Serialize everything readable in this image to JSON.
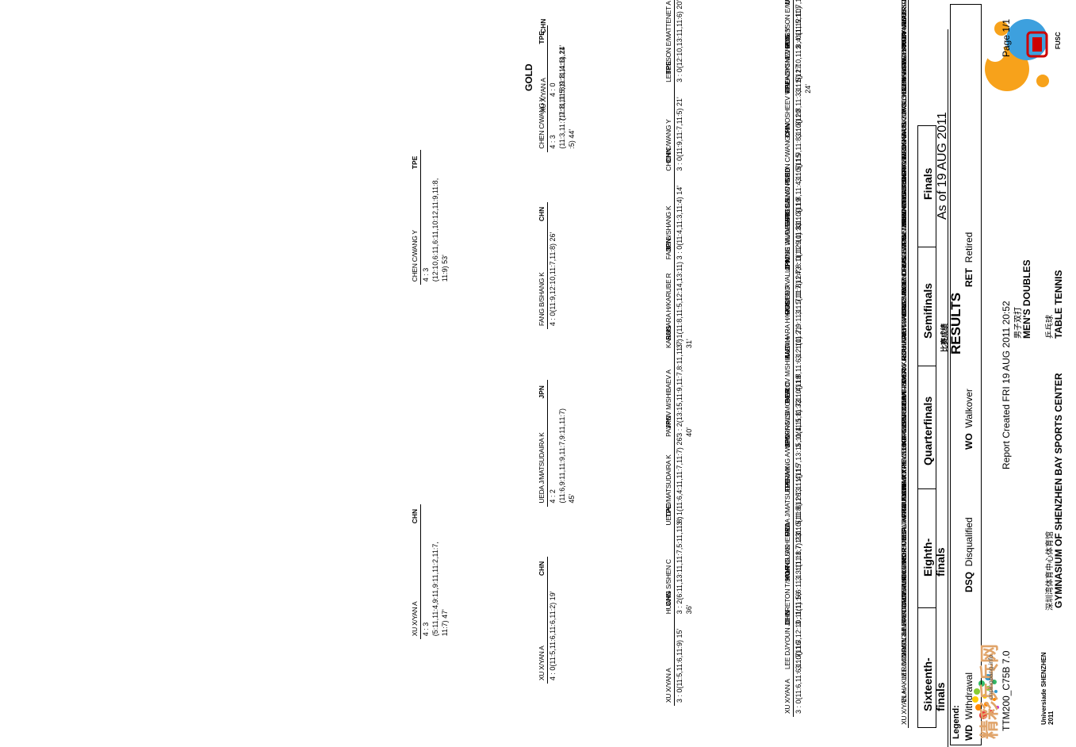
{
  "header": {
    "venue": "GYMNASIUM OF SHENZHEN BAY SPORTS CENTER",
    "venue_zh": "深圳湾体育中心体育馆",
    "sport": "TABLE TENNIS",
    "sport_zh": "乒乓球",
    "event": "MEN'S DOUBLES",
    "event_zh": "男子双打",
    "results": "RESULTS",
    "results_zh": "比赛成绩",
    "as_of": "As of 19 AUG 2011",
    "universiade": "Universiade SHENZHEN 2011",
    "fusc": "FUSC",
    "page": "Page 1/1"
  },
  "rounds": [
    "Sixteenth-finals",
    "Eighth-finals",
    "Quarterfinals",
    "Semifinals",
    "Finals"
  ],
  "r32": [
    {
      "name": "XU X/YAN A",
      "nat": "CHN"
    },
    {
      "name": "EL HAKIM R/MOUMOGHLIAN A",
      "nat": "LIB"
    },
    {
      "name": "LEE DJ/YOUN JH",
      "nat": "KOR"
    },
    {
      "name": "ORGIL S/ALTANTULGA L",
      "nat": "MGL"
    },
    {
      "name": "LE BRETON T/SALIFOU AK",
      "nat": "FRA"
    },
    {
      "name": "CARLIER A/OLEA C",
      "nat": "CHI"
    },
    {
      "name": "HUANG S/SHEN C",
      "nat": "TPE"
    },
    {
      "name": "PRYSHCHEPA V/ZHMUDENKO Y",
      "nat": "UKR"
    },
    {
      "name": "UEDA J/MATSUDAIRA K",
      "nat": "JPN"
    },
    {
      "name": "HINSE P/GUO P",
      "nat": "CAN"
    },
    {
      "name": "FLEMMING A/WEHKING LB",
      "nat": "GER"
    },
    {
      "name": "IONESCU OG/PETRESCU A",
      "nat": "ROU"
    },
    {
      "name": "STORF M/SIMONER C",
      "nat": "AUT"
    },
    {
      "name": "CASTRO L/BARBOSA J",
      "nat": "BRA"
    },
    {
      "name": "XIAO PJ/ZHU X",
      "nat": "NZL"
    },
    {
      "name": "PAYKOV M/SHIBAEV A",
      "nat": "RUS"
    },
    {
      "name": "KASAHARA H/KARUBE R",
      "nat": "JPN"
    },
    {
      "name": "KRISTON D/ZOMBORI D",
      "nat": "HUN"
    },
    {
      "name": "WONGSIRI N/UDOMSILP C",
      "nat": "THA"
    },
    {
      "name": "MORENO VALLE JOSE J/NAVARRO CALVO P",
      "nat": "ESP"
    },
    {
      "name": "CHUNG WL/DE VRIES B",
      "nat": "NED"
    },
    {
      "name": "BROWN M/SCHUBERT J",
      "nat": "AUS"
    },
    {
      "name": "TURBOLD Z/UKHAGVASUREN E",
      "nat": "MGL"
    },
    {
      "name": "FANG B/SHANG K",
      "nat": "CHN"
    },
    {
      "name": "CHEN C/WANG Y",
      "nat": "TPE"
    },
    {
      "name": "LEE JH/KIM MK",
      "nat": "KOR"
    },
    {
      "name": "KARTUZOVS O/EIHMANS G",
      "nat": "LAT"
    },
    {
      "name": "KRIVOSHEEV V/GLADYSHEV M",
      "nat": "RUS"
    },
    {
      "name": "HAZINSKI M/ZHANG Y",
      "nat": "USA"
    },
    {
      "name": "GREGORY T/YANG LK",
      "nat": "CAN"
    },
    {
      "name": "MANNA R/MARGARONE A",
      "nat": "ITA"
    },
    {
      "name": "LEBESSON E/MATTENET A",
      "nat": "FRA"
    }
  ],
  "r16": [
    {
      "name": "XU X/YAN A",
      "nat": "CHN",
      "score": "3 : 0(11:6,11:6,11:7)  16'"
    },
    {
      "name": "LEE DJ/YOUN JH",
      "nat": "KOR",
      "score": "3 : 0(11:3,12:10,11:1)  16'"
    },
    {
      "name": "LE BRETON T/SALIFOU AK",
      "nat": "FRA",
      "score": "3 : 1(11:5,6:11,13:11,11:7)  23'"
    },
    {
      "name": "HUANG S/SHEN C",
      "nat": "TPE",
      "score": "3 : 1(11:8,7:11,11:5,11:8)  26'"
    },
    {
      "name": "UEDA J/MATSUDAIRA K",
      "nat": "JPN",
      "score": "3 : 0(11:8,11:1,11:4)  15'"
    },
    {
      "name": "FLEMMING A/WEHKING LB",
      "nat": "GER",
      "score": "3 : 1(11:7,13:15,11:4,11:8)  32'"
    },
    {
      "name": "STORF M/SIMONER C",
      "nat": "AUT",
      "score": "3 : 0(11:5,11:7,11:4)  18'"
    },
    {
      "name": "PAYKOV M/SHIBAEV A",
      "nat": "RUS",
      "score": "3 : 0(11:8,11:6,12:10)  21'"
    },
    {
      "name": "KASAHARA H/KARUBE R",
      "nat": "JPN",
      "score": "3 : 1(11:7,9:11,11:7,11:8)  24'"
    },
    {
      "name": "MORENO VALLE JOSE J/NAVARRO CALVO P",
      "nat": "ESP",
      "score": "3 : 1(11:7,11:7,8:11,12:10)  31'"
    },
    {
      "name": "CHUNG WL/DE VRIES B",
      "nat": "NED",
      "score": "3 : 0(11:9,11:8,11:3)  19'"
    },
    {
      "name": "FANG B/SHANG K",
      "nat": "CHN",
      "score": "3 : 0(11:8,11:4,11:5)  15'"
    },
    {
      "name": "CHEN C/WANG Y",
      "nat": "TPE",
      "score": "3 : 0(11:9,11:8,11:8)  20'"
    },
    {
      "name": "KRIVOSHEEV V/GLADYSHEV M",
      "nat": "RUS",
      "score": "3 : 0(11:8,11:3,11:5)  17'"
    },
    {
      "name": "HAZINSKI M/ZHANG Y",
      "nat": "USA",
      "score": "3 : 1(12:10,11:8,4:11,12:10)",
      "score2": "24'"
    },
    {
      "name": "LEBESSON E/MATTENET A",
      "nat": "FRA",
      "score": "3 : 0(11:5,11:7,11:8)  17'"
    }
  ],
  "qf": [
    {
      "name": "XU X/YAN A",
      "nat": "CHN",
      "score": "3 : 0(11:5,11:6,11:9)  15'"
    },
    {
      "name": "HUANG S/SHEN C",
      "nat": "TPE",
      "score": "3 : 2(6:11,13:11,11:7,5:11,11:8)",
      "score2": "36'"
    },
    {
      "name": "UEDA J/MATSUDAIRA K",
      "nat": "JPN",
      "score": "3 : 1(11:6,4:11,11:7,11:7)  26'"
    },
    {
      "name": "PAYKOV M/SHIBAEV A",
      "nat": "RUS",
      "score": "3 : 2(13:15,11:9,11:7,8:11,11:7)",
      "score2": "40'"
    },
    {
      "name": "KASAHARA H/KARUBE R",
      "nat": "JPN",
      "score": "3 : 1(11:8,11:5,12:14,13:11)",
      "score2": "31'"
    },
    {
      "name": "FANG B/SHANG K",
      "nat": "CHN",
      "score": "3 : 0(11:4,11:3,11:4)  14'"
    },
    {
      "name": "CHEN C/WANG Y",
      "nat": "TPE",
      "score": "3 : 0(11:9,11:7,11:5)  21'"
    },
    {
      "name": "LEBESSON E/MATTENET A",
      "nat": "FRA",
      "score": "3 : 0(12:10,13:11,11:6)  20'"
    }
  ],
  "sf": [
    {
      "name": "XU X/YAN A",
      "nat": "CHN",
      "score": "4 : 0(11:5,11:6,11:6,11:2)  19'"
    },
    {
      "name": "UEDA J/MATSUDAIRA K",
      "nat": "JPN",
      "score": "4 : 2",
      "score2": "(11:6,9:11,11:9,11:7,9:11,11:7)",
      "score3": "45'"
    },
    {
      "name": "FANG B/SHANG K",
      "nat": "CHN",
      "score": "4 : 0(11:9,12:10,11:7,11:8)  26'"
    },
    {
      "name": "CHEN C/WANG Y",
      "nat": "TPE",
      "score": "4 : 3",
      "score2": "(11:3,11:7,7:11,11:8,9:11,4:11,11",
      "score3": ":5)  44'"
    }
  ],
  "final": [
    {
      "name": "XU X/YAN A",
      "nat": "CHN",
      "score": "4 : 3",
      "score2": "(5:11,11:4,9:11,9:11,11:2,11:7,",
      "score3": "11:7)  47'"
    },
    {
      "name": "CHEN C/WANG Y",
      "nat": "TPE",
      "score": "4 : 3",
      "score2": "(12:10,6:11,6:11,10:12,11:9,11:8,",
      "score3": "11:9)  53'"
    }
  ],
  "gold": {
    "label": "GOLD",
    "name": "XU X/YAN A",
    "nat": "CHN",
    "score": "4 : 0",
    "score2": "(11:8,11:5,11:8,11:6)  24'"
  },
  "legend": {
    "title": "Legend:",
    "items": [
      {
        "code": "WD",
        "text": "Withdrawal"
      },
      {
        "code": "DSQ",
        "text": "Disqualified"
      },
      {
        "code": "WO",
        "text": "Walkover"
      },
      {
        "code": "RET",
        "text": "Retired"
      }
    ]
  },
  "footer": {
    "code": "TTM200_C75B 7.0",
    "created": "Report Created  FRI 19 AUG 2011 20:52"
  },
  "watermark": {
    "text": "精彩乒乓网",
    "url": "cnpingpang.info"
  }
}
